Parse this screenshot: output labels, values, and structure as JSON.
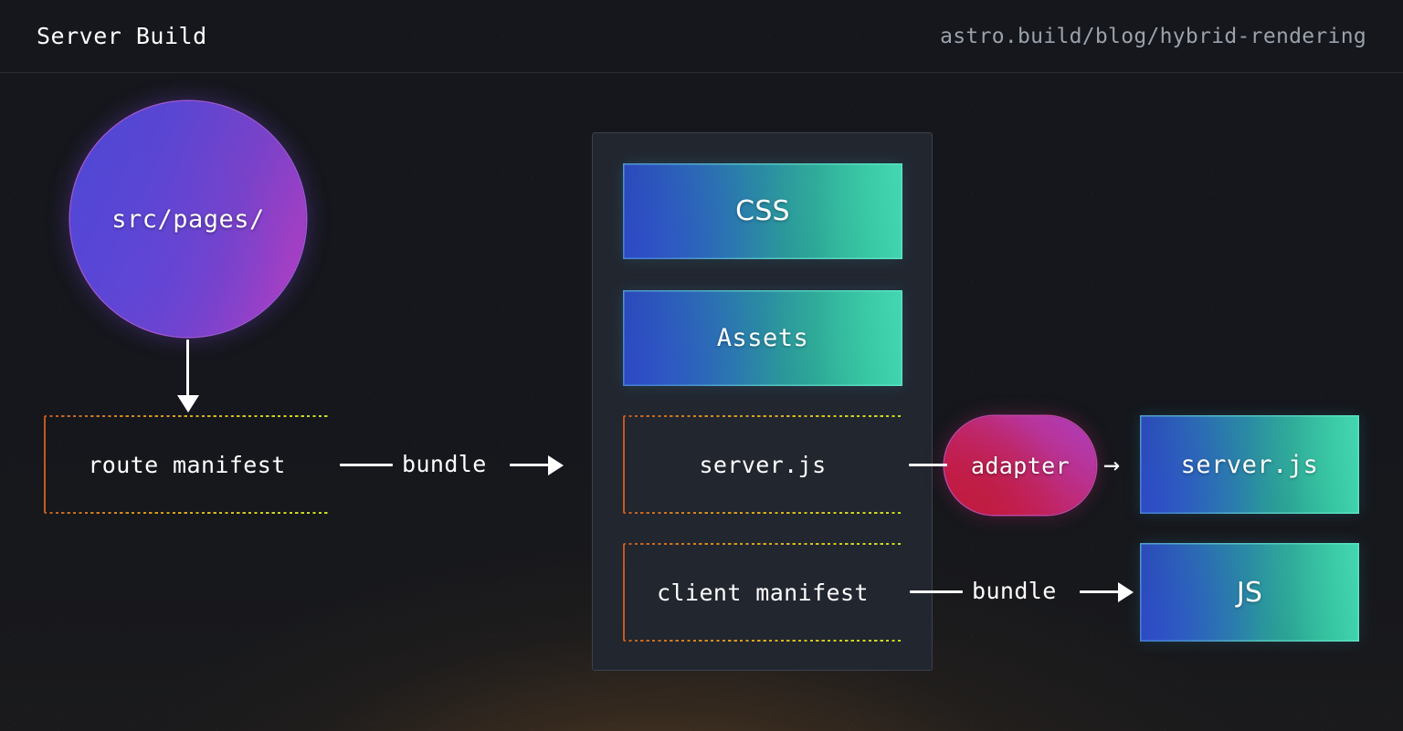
{
  "header": {
    "title": "Server Build",
    "url": "astro.build/blog/hybrid-rendering"
  },
  "diagram": {
    "source_node": {
      "label": "src/pages/",
      "shape": "circle"
    },
    "route_manifest": {
      "label": "route manifest",
      "style": "dotted"
    },
    "bundle_arrow_top": {
      "label": "bundle"
    },
    "bundle_arrow_bottom": {
      "label": "bundle"
    },
    "panel_items": [
      {
        "label": "CSS",
        "style": "gradient",
        "font": "sans"
      },
      {
        "label": "Assets",
        "style": "gradient",
        "font": "mono"
      },
      {
        "label": "server.js",
        "style": "dotted",
        "font": "mono"
      },
      {
        "label": "client manifest",
        "style": "dotted",
        "font": "mono"
      }
    ],
    "adapter": {
      "label": "adapter",
      "shape": "pill"
    },
    "outputs": [
      {
        "label": "server.js",
        "style": "gradient",
        "font": "mono"
      },
      {
        "label": "JS",
        "style": "gradient",
        "font": "sans"
      }
    ]
  },
  "colors": {
    "background": "#15171c",
    "panel_background": "#22262f",
    "panel_border": "#3b414c",
    "header_border": "#2a2d34",
    "text_primary": "#ffffff",
    "text_muted": "#9aa1ab",
    "circle_gradient_start": "#4b48d6",
    "circle_gradient_end": "#b63fc0",
    "pill_gradient_start": "#bf1440",
    "pill_gradient_end": "#ab3fbd",
    "box_gradient_start": "#2a49b5",
    "box_gradient_end": "#3fd2ad",
    "dotted_gradient_start": "#c2571f",
    "dotted_gradient_end": "#c9dd22",
    "glow_bottom": "#c47e2e"
  }
}
